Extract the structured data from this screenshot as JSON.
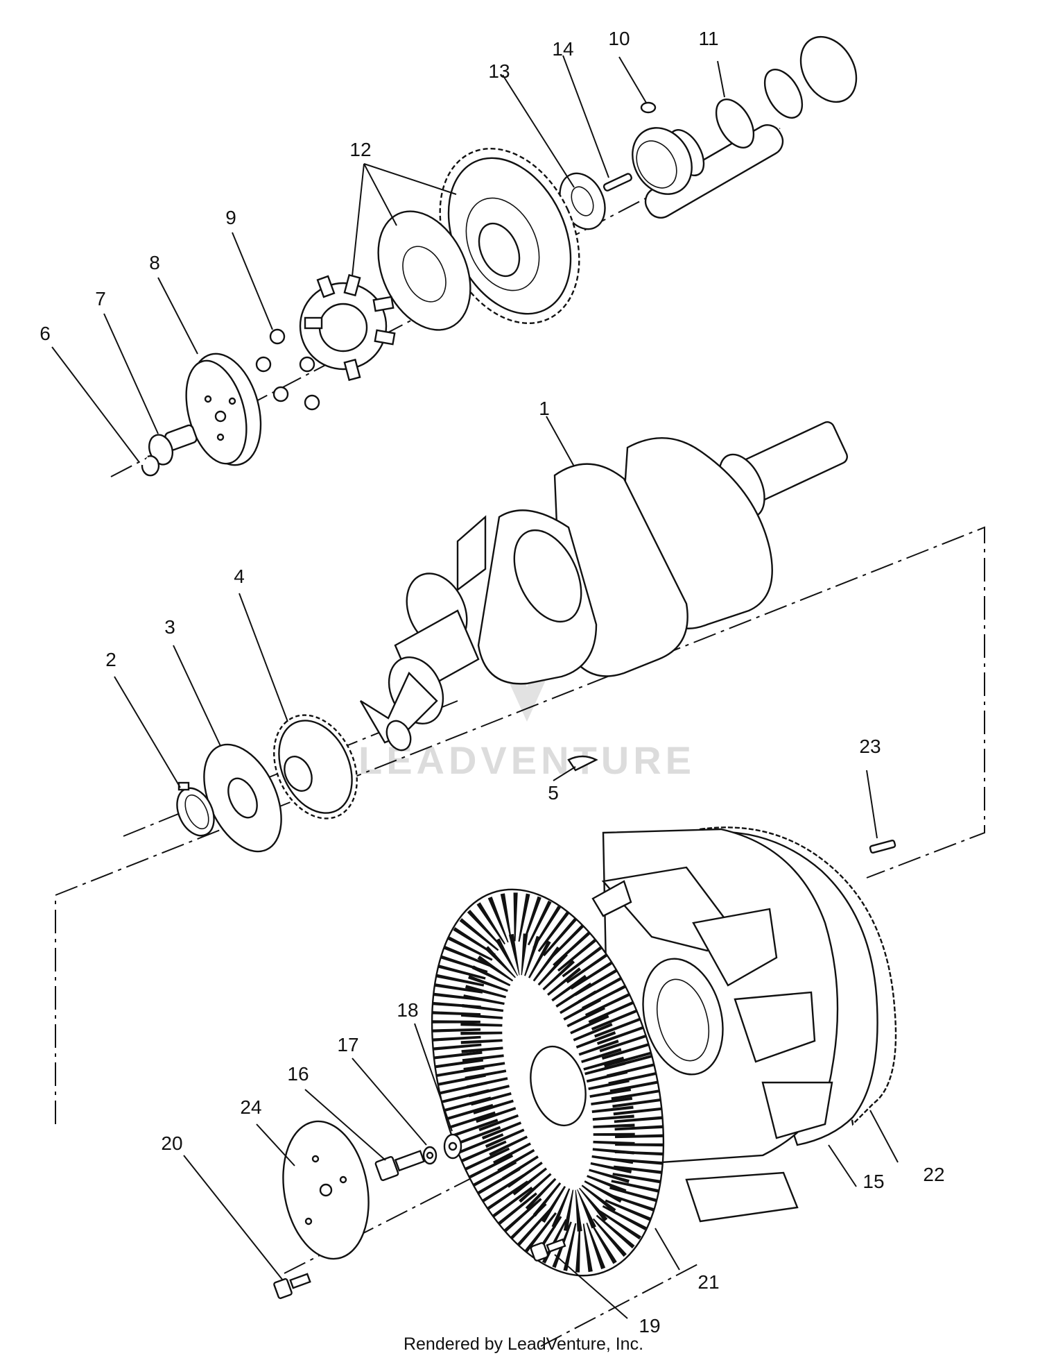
{
  "diagram": {
    "callouts": [
      "1",
      "2",
      "3",
      "4",
      "5",
      "6",
      "7",
      "8",
      "9",
      "10",
      "11",
      "12",
      "13",
      "14",
      "15",
      "16",
      "17",
      "18",
      "19",
      "20",
      "21",
      "22",
      "23",
      "24"
    ],
    "watermark": "LEADVENTURE",
    "footer": "Rendered by LeadVenture, Inc."
  }
}
